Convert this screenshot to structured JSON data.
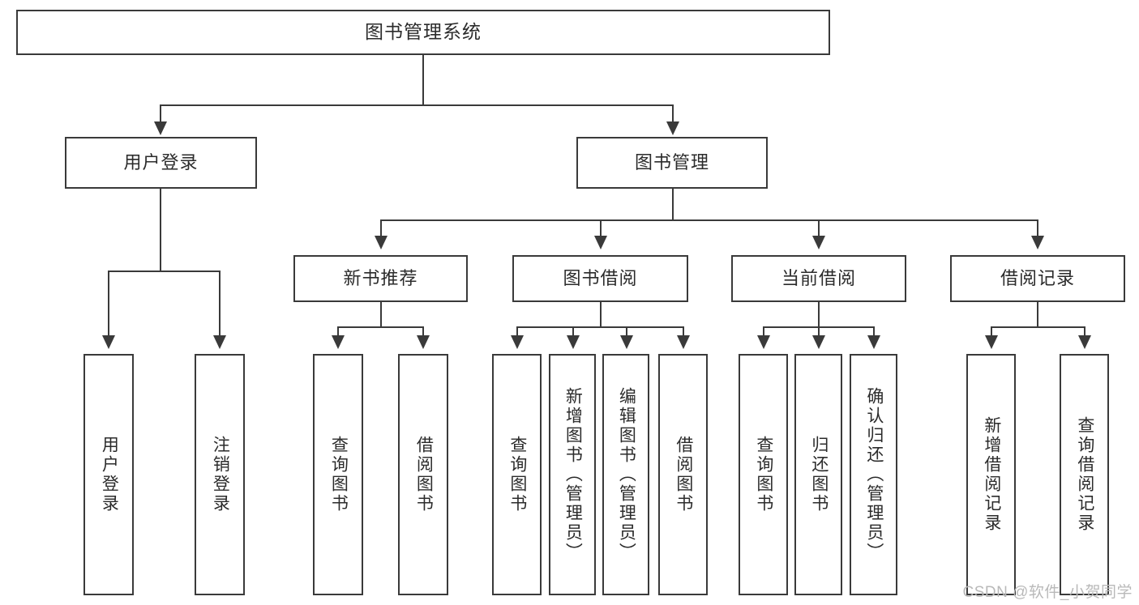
{
  "diagram": {
    "title": "图书管理系统",
    "type": "tree-hierarchy",
    "orientation": "top-down",
    "colors": {
      "stroke": "#3a3a3a",
      "fill": "#ffffff",
      "text": "#2b2b2b",
      "watermark": "#b9b9b9"
    },
    "root": {
      "label": "图书管理系统"
    },
    "level2": [
      {
        "label": "用户登录"
      },
      {
        "label": "图书管理"
      }
    ],
    "level3": [
      {
        "label": "新书推荐"
      },
      {
        "label": "图书借阅"
      },
      {
        "label": "当前借阅"
      },
      {
        "label": "借阅记录"
      }
    ],
    "leaves": {
      "user_login": [
        {
          "label": "用户登录"
        },
        {
          "label": "注销登录"
        }
      ],
      "new_book_recommend": [
        {
          "label": "查询图书"
        },
        {
          "label": "借阅图书"
        }
      ],
      "book_borrow": [
        {
          "label": "查询图书"
        },
        {
          "label": "新增图书（管理员）"
        },
        {
          "label": "编辑图书（管理员）"
        },
        {
          "label": "借阅图书"
        }
      ],
      "current_borrow": [
        {
          "label": "查询图书"
        },
        {
          "label": "归还图书"
        },
        {
          "label": "确认归还（管理员）"
        }
      ],
      "borrow_record": [
        {
          "label": "新增借阅记录"
        },
        {
          "label": "查询借阅记录"
        }
      ]
    }
  },
  "watermark": {
    "text": "CSDN @软件_小贺同学"
  }
}
